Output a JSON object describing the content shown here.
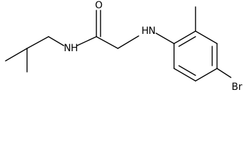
{
  "molecule": {
    "atoms": {
      "oxygen": "O",
      "amide_nitrogen": "N",
      "amide_hydrogen": "H",
      "amine_nitrogen": "N",
      "amine_hydrogen": "H",
      "bromine": "Br"
    }
  },
  "colors": {
    "bond": "#000000",
    "text": "#000000",
    "background": "#ffffff"
  }
}
